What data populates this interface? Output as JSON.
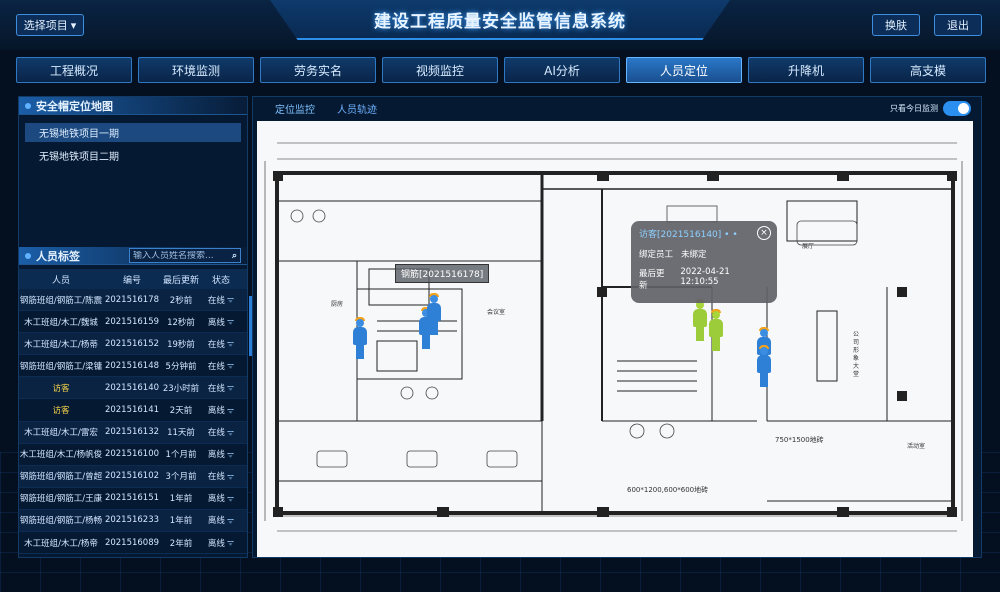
{
  "app": {
    "title": "建设工程质量安全监管信息系统",
    "project_select": "选择项目",
    "skin_button": "换肤",
    "logout_button": "退出"
  },
  "nav": [
    "工程概况",
    "环境监测",
    "劳务实名",
    "视频监控",
    "AI分析",
    "人员定位",
    "升降机",
    "高支模"
  ],
  "nav_active": "人员定位",
  "left": {
    "section_title": "安全帽定位地图",
    "areas": [
      "无锡地铁项目一期",
      "无锡地铁项目二期"
    ],
    "personnel_title": "人员标签",
    "search_placeholder": "输入人员姓名搜索...",
    "columns": [
      "人员",
      "编号",
      "最后更新",
      "状态"
    ],
    "rows": [
      {
        "name": "钢筋班组/钢筋工/陈震",
        "id": "2021516178",
        "update": "2秒前",
        "status": "在线",
        "visitor": false
      },
      {
        "name": "木工班组/木工/魏城",
        "id": "2021516159",
        "update": "12秒前",
        "status": "离线",
        "visitor": false
      },
      {
        "name": "木工班组/木工/杨蒂",
        "id": "2021516152",
        "update": "19秒前",
        "status": "在线",
        "visitor": false
      },
      {
        "name": "钢筋班组/钢筋工/梁镛",
        "id": "2021516148",
        "update": "5分钟前",
        "status": "在线",
        "visitor": false
      },
      {
        "name": "访客",
        "id": "2021516140",
        "update": "23小时前",
        "status": "在线",
        "visitor": true
      },
      {
        "name": "访客",
        "id": "2021516141",
        "update": "2天前",
        "status": "离线",
        "visitor": true
      },
      {
        "name": "木工班组/木工/雷宏",
        "id": "2021516132",
        "update": "11天前",
        "status": "在线",
        "visitor": false
      },
      {
        "name": "木工班组/木工/杨帆俊",
        "id": "2021516100",
        "update": "1个月前",
        "status": "离线",
        "visitor": false
      },
      {
        "name": "钢筋班组/钢筋工/曾超",
        "id": "2021516102",
        "update": "3个月前",
        "status": "在线",
        "visitor": false
      },
      {
        "name": "钢筋班组/钢筋工/王康",
        "id": "2021516151",
        "update": "1年前",
        "status": "离线",
        "visitor": false
      },
      {
        "name": "钢筋班组/钢筋工/杨畅",
        "id": "2021516233",
        "update": "1年前",
        "status": "离线",
        "visitor": false
      },
      {
        "name": "木工班组/木工/杨帝",
        "id": "2021516089",
        "update": "2年前",
        "status": "离线",
        "visitor": false
      }
    ]
  },
  "right": {
    "tabs": [
      "定位监控",
      "人员轨迹"
    ],
    "today_toggle_label": "只看今日监测",
    "today_toggle_on": true,
    "tag_label_1": "钢筋[2021516178]",
    "popup": {
      "title": "访客[2021516140] • •",
      "row1_label": "绑定员工",
      "row1_value": "未绑定",
      "row2_label": "最后更新",
      "row2_value": "2022-04-21  12:10:55"
    },
    "room_labels": [
      "厨房",
      "会议室",
      "展厅",
      "活动室",
      "公司形象大堂",
      "750*1500地砖",
      "600*1200,600*600地砖"
    ]
  }
}
